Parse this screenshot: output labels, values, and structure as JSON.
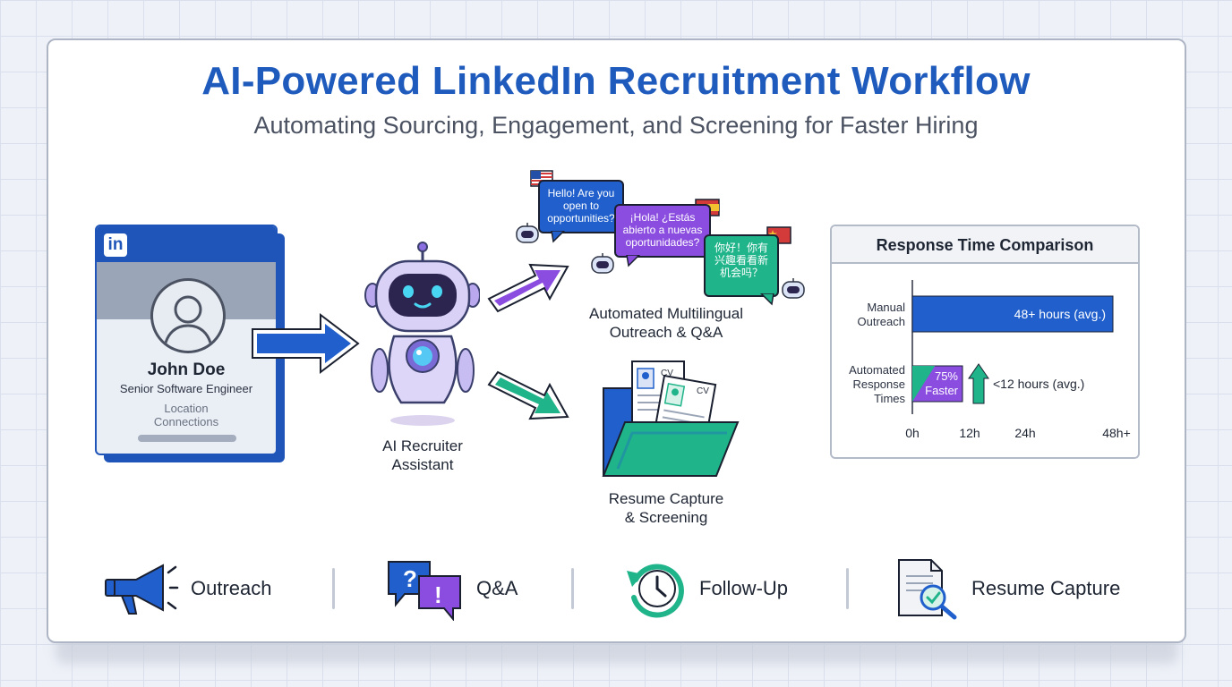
{
  "header": {
    "title": "AI-Powered LinkedIn Recruitment Workflow",
    "subtitle": "Automating Sourcing, Engagement, and Screening for Faster Hiring"
  },
  "profile": {
    "logo": "in",
    "name": "John Doe",
    "role": "Senior Software Engineer",
    "location": "Location",
    "connections": "Connections"
  },
  "assistant": {
    "label_line1": "AI Recruiter",
    "label_line2": "Assistant"
  },
  "outreach": {
    "label_line1": "Automated Multilingual",
    "label_line2": "Outreach & Q&A",
    "bubbles": [
      {
        "lang": "en",
        "lines": [
          "Hello! Are you",
          "open to",
          "opportunities?"
        ]
      },
      {
        "lang": "es",
        "lines": [
          "¡Hola! ¿Estás",
          "abierto a nuevas",
          "oportunidades?"
        ]
      },
      {
        "lang": "zh",
        "lines": [
          "你好！你有",
          "兴趣看看新",
          "机会吗？"
        ]
      }
    ]
  },
  "resume": {
    "label_line1": "Resume Capture",
    "label_line2": "& Screening",
    "doc_tag": "CV"
  },
  "chart_data": {
    "type": "bar",
    "orientation": "horizontal",
    "title": "Response Time Comparison",
    "categories": [
      [
        "Manual",
        "Outreach"
      ],
      [
        "Automated",
        "Response",
        "Times"
      ]
    ],
    "values": [
      48,
      12
    ],
    "units": "hours",
    "data_labels": [
      "48+ hours (avg.)",
      "<12 hours (avg.)"
    ],
    "annotation": [
      "75%",
      "Faster"
    ],
    "x_ticks": [
      "0h",
      "12h",
      "24h",
      "48h+"
    ],
    "xlim": [
      0,
      48
    ],
    "colors": {
      "manual": "#2160cc",
      "automated_left": "#1fb489",
      "automated_right": "#8b4ce0",
      "arrow": "#1fb489"
    }
  },
  "features": [
    {
      "label": "Outreach",
      "icon": "megaphone-icon"
    },
    {
      "label": "Q&A",
      "icon": "qa-bubbles-icon"
    },
    {
      "label": "Follow-Up",
      "icon": "clock-refresh-icon"
    },
    {
      "label": "Resume Capture",
      "icon": "document-search-icon"
    }
  ],
  "colors": {
    "blue": "#2160cc",
    "purple": "#8b4ce0",
    "green": "#1fb489",
    "title": "#1f5bbd"
  }
}
